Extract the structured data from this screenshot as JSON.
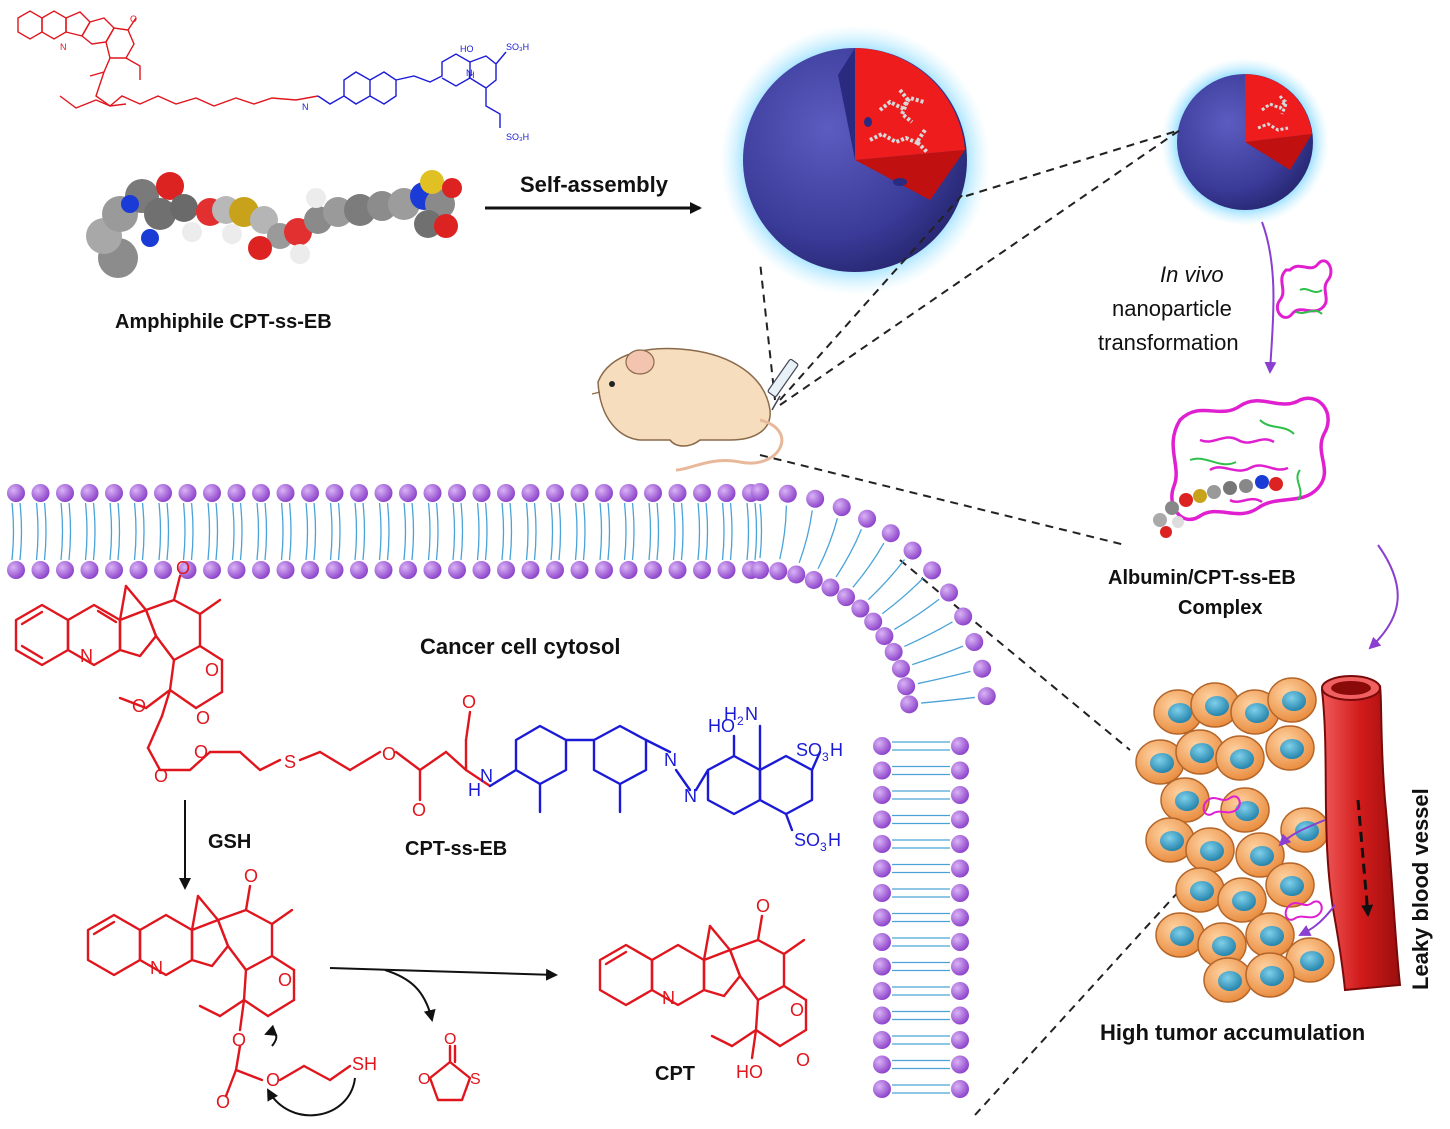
{
  "labels": {
    "self_assembly": "Self-assembly",
    "amphiphile": "Amphiphile CPT-ss-EB",
    "in_vivo_italic": "In vivo",
    "nanoparticle": "nanoparticle",
    "transformation": "transformation",
    "albumin_line1": "Albumin/CPT-ss-EB",
    "albumin_line2": "Complex",
    "cytosol": "Cancer cell cytosol",
    "leaky_vessel": "Leaky blood vessel",
    "high_tumor": "High tumor accumulation",
    "gsh": "GSH",
    "cpt_ss_eb": "CPT-ss-EB",
    "cpt": "CPT"
  },
  "chem_atoms": {
    "o": "O",
    "n": "N",
    "s": "S",
    "h2n": "H2N",
    "h2n_h": "H",
    "h2n_sub": "2",
    "h2n_n": "N",
    "ho": "HO",
    "so3h_a": "SO3H",
    "so3h_main": "SO",
    "so3h_sub": "3",
    "so3h_h": "H",
    "sh": "SH",
    "hn_h": "H",
    "hn_n": "N",
    "nh": "NH",
    "n_eq": "N"
  },
  "colors": {
    "drug_red": "#e0161e",
    "linker_blue": "#1b1bd6",
    "sphere_blue": "#3c3c9a",
    "core_red": "#ee1c1c",
    "lipid_head": "#9b4fd3",
    "lipid_tail": "#4aa3d8",
    "cell_orange": "#f2a65a",
    "nucleus": "#3aa6c9",
    "vessel_red": "#d11a1a",
    "protein_magenta": "#e020d0",
    "protein_green": "#2fbf4a"
  },
  "icons": [
    "mouse-icon",
    "syringe-icon",
    "nanoparticle-sphere-icon",
    "albumin-protein-icon",
    "tumor-cell-icon",
    "blood-vessel-icon",
    "lipid-bilayer-icon"
  ]
}
